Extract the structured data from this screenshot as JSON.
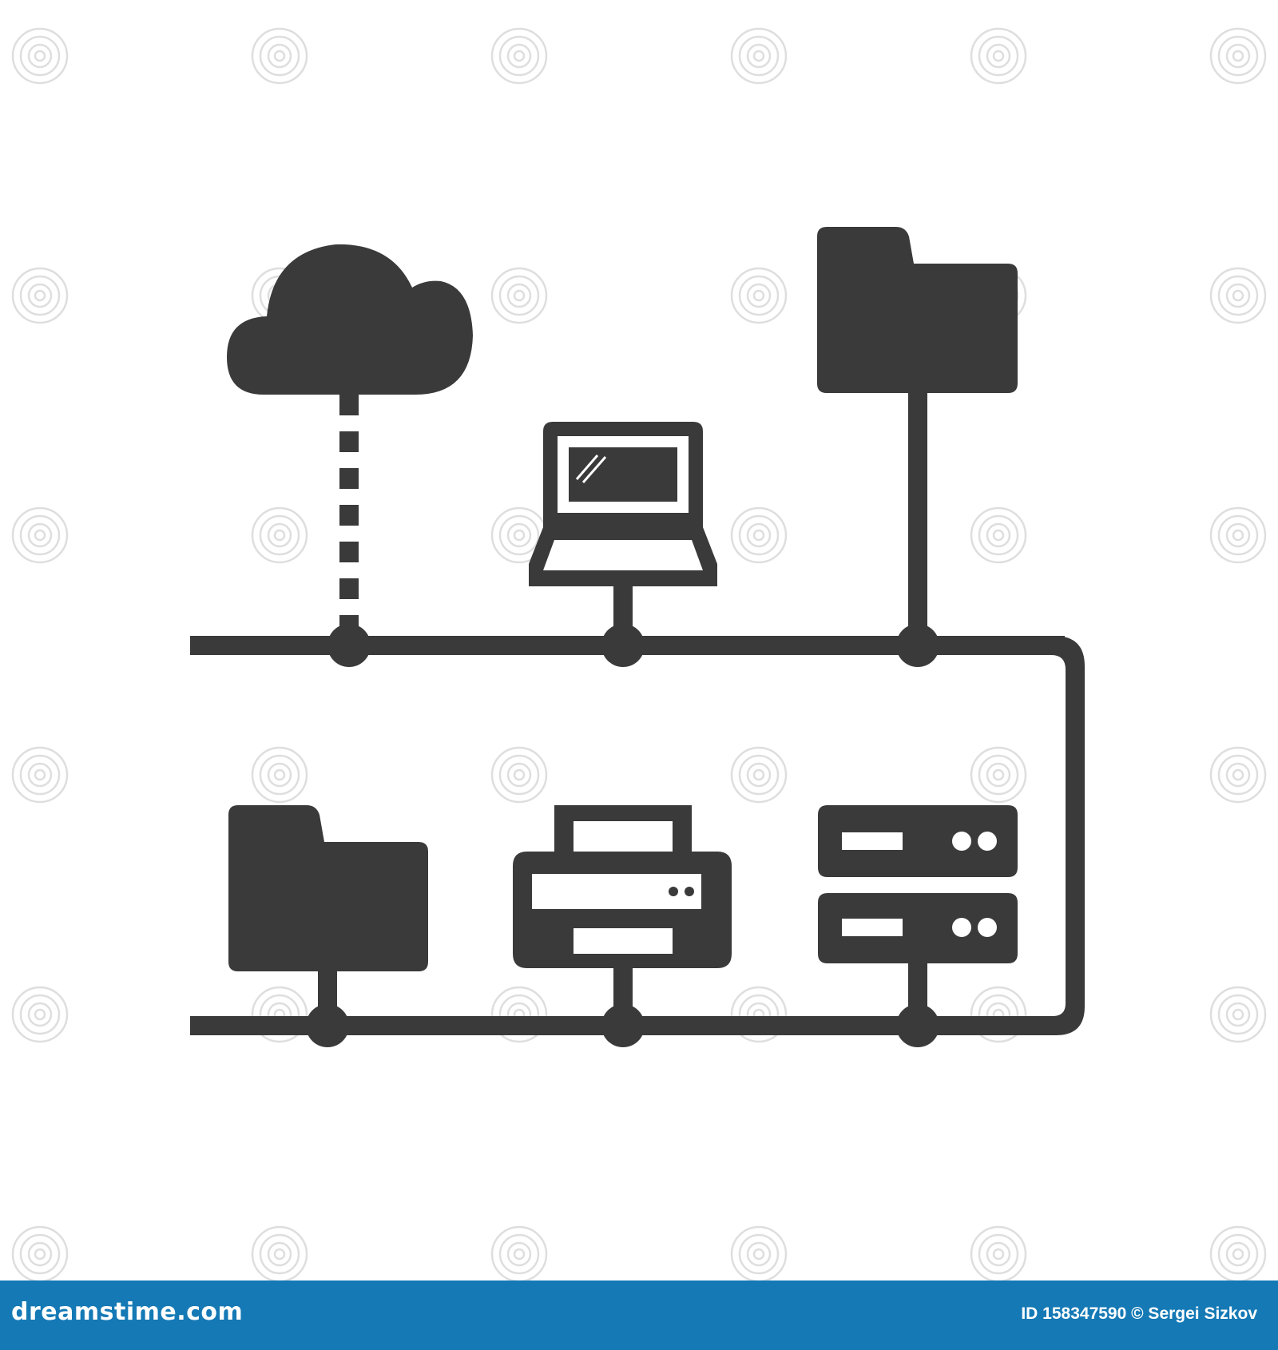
{
  "colors": {
    "icon": "#3a3a3a",
    "background": "#ffffff",
    "footer": "#1479b5",
    "footer_text": "#ffffff",
    "watermark": "#d6d6d6"
  },
  "diagram": {
    "top_row_nodes": [
      "cloud-icon",
      "laptop-icon",
      "folder-icon"
    ],
    "bottom_row_nodes": [
      "folder-icon",
      "printer-icon",
      "server-icon"
    ],
    "cloud_link_style": "dashed"
  },
  "footer": {
    "brand": "dreamstime.com",
    "credit": "ID 158347590 © Sergei Sizkov"
  }
}
